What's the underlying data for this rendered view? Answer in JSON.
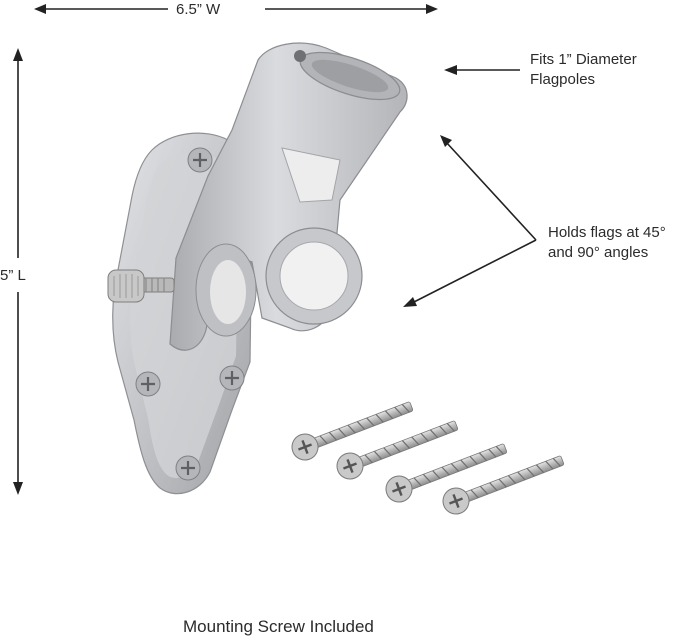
{
  "dimensions": {
    "width_label": "6.5” W",
    "length_label": "5” L"
  },
  "callouts": {
    "fits_line1": "Fits 1” Diameter",
    "fits_line2": "Flagpoles",
    "holds_line1": "Holds flags at 45°",
    "holds_line2": "and 90° angles"
  },
  "caption": "Mounting Screw Included",
  "colors": {
    "metal": "#c9cacd",
    "metal_dark": "#9a9ca0",
    "text": "#2b2b2b"
  }
}
